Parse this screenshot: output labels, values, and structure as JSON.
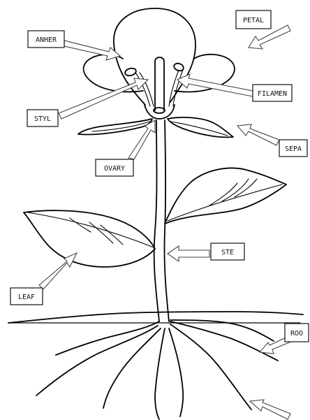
{
  "labels": {
    "petal": "PETAL",
    "anther": "ANHER",
    "filament": "FILAMEN",
    "style": "STYL",
    "ovary": "OVARY",
    "sepal": "SEPA",
    "stem": "STE",
    "leaf": "LEAF",
    "root": "ROO"
  }
}
